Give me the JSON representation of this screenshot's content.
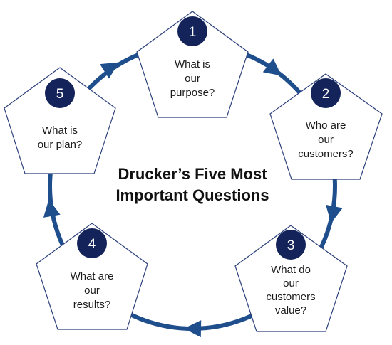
{
  "title": {
    "line1": "Drucker’s Five Most",
    "line2": "Important Questions"
  },
  "nodes": [
    {
      "number": "1",
      "lines": [
        "What is",
        "our",
        "purpose?"
      ]
    },
    {
      "number": "2",
      "lines": [
        "Who are",
        "our",
        "customers?"
      ]
    },
    {
      "number": "3",
      "lines": [
        "What do",
        "our",
        "customers",
        "value?"
      ]
    },
    {
      "number": "4",
      "lines": [
        "What are",
        "our",
        "results?"
      ]
    },
    {
      "number": "5",
      "lines": [
        "What is",
        "our plan?"
      ]
    }
  ],
  "colors": {
    "cycle": "#1f4e8c",
    "badge": "#14245a",
    "pentagon_stroke": "#2b3f7a",
    "pentagon_fill": "#ffffff"
  }
}
